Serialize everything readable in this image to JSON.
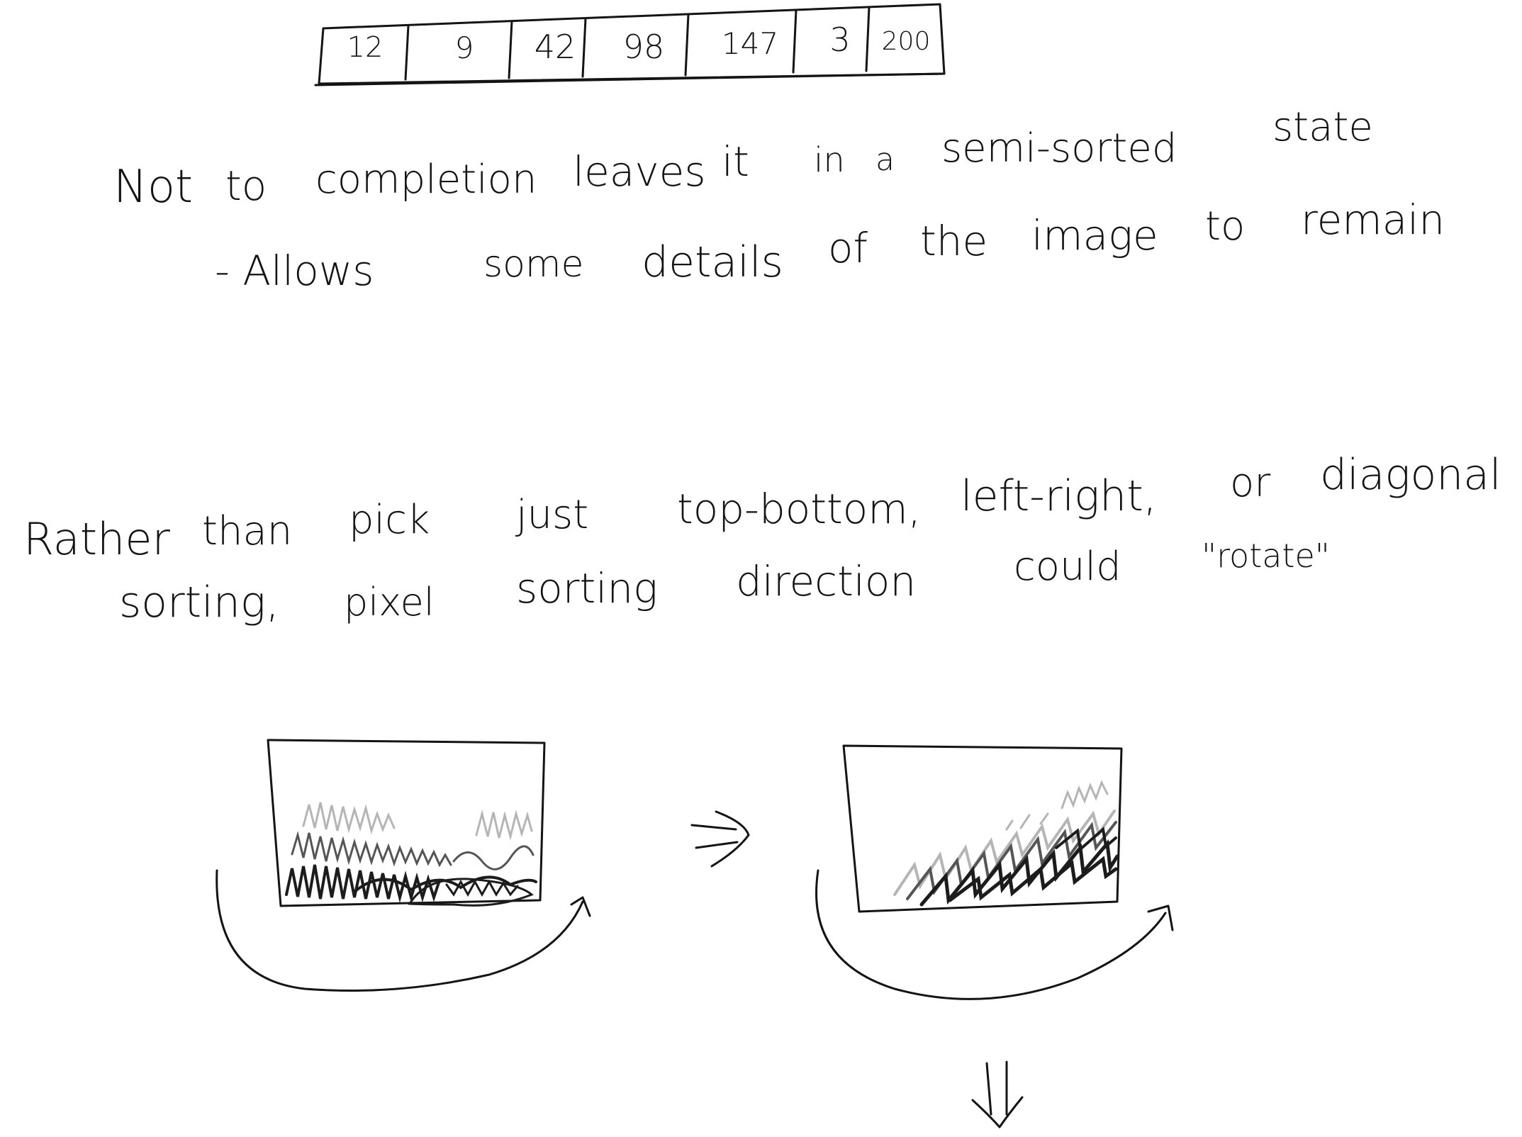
{
  "array": {
    "values": [
      "12",
      "9",
      "42",
      "98",
      "147",
      "3",
      "200"
    ]
  },
  "notes": {
    "line1": {
      "w1": "Not",
      "w2": "to",
      "w3": "completion",
      "w4": "leaves",
      "w5": "it",
      "w6": "in",
      "w7": "a",
      "w8": "semi-sorted",
      "w9": "state"
    },
    "line2": {
      "w1": "- Allows",
      "w2": "some",
      "w3": "details",
      "w4": "of",
      "w5": "the",
      "w6": "image",
      "w7": "to",
      "w8": "remain"
    },
    "line3": {
      "w1": "Rather",
      "w2": "than",
      "w3": "pick",
      "w4": "just",
      "w5": "top-bottom,",
      "w6": "left-right,",
      "w7": "or",
      "w8": "diagonal"
    },
    "line4": {
      "w1": "sorting,",
      "w2": "pixel",
      "w3": "sorting",
      "w4": "direction",
      "w5": "could",
      "w6": "\"rotate\""
    }
  },
  "arrows": {
    "implies": "⇒",
    "down": "⇓"
  },
  "colors": {
    "ink": "#141414",
    "scribble_dark": "#1c1c1c",
    "scribble_mid": "#555555",
    "scribble_light": "#b5b5b5",
    "background": "#ffffff"
  }
}
